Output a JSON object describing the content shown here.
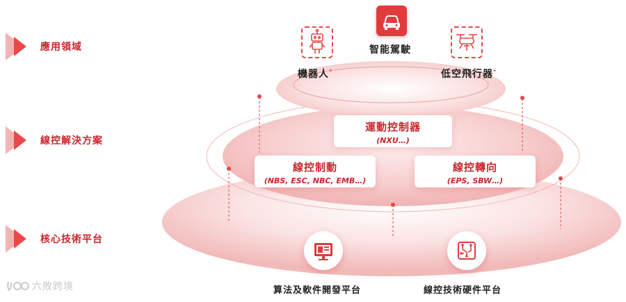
{
  "side_labels": [
    {
      "text": "應用領域"
    },
    {
      "text": "線控解決方案"
    },
    {
      "text": "核心技術平台"
    }
  ],
  "applications": {
    "center": {
      "label": "智能駕駛",
      "icon": "car-icon"
    },
    "left": {
      "label": "機器人",
      "mark": "*",
      "icon": "robot-icon"
    },
    "right": {
      "label": "低空飛行器",
      "mark": "*",
      "icon": "drone-icon"
    }
  },
  "solutions": {
    "motion": {
      "title": "運動控制器",
      "subtitle": "(NXU…)"
    },
    "brake": {
      "title": "線控制動",
      "subtitle": "(NBS, ESC, NBC, EMB…)"
    },
    "steer": {
      "title": "線控轉向",
      "subtitle": "(EPS, SBW…)"
    }
  },
  "platforms": {
    "software": {
      "label": "算法及軟件開發平台",
      "icon": "software-monitor-icon"
    },
    "hardware": {
      "label": "線控技術硬件平台",
      "icon": "circuit-board-icon"
    }
  },
  "watermark": {
    "text": "六敗跨境"
  },
  "colors": {
    "accent": "#c8262d",
    "bright": "#e23b3b",
    "light": "#f4b3b3",
    "tier": "#f6cfcf"
  }
}
